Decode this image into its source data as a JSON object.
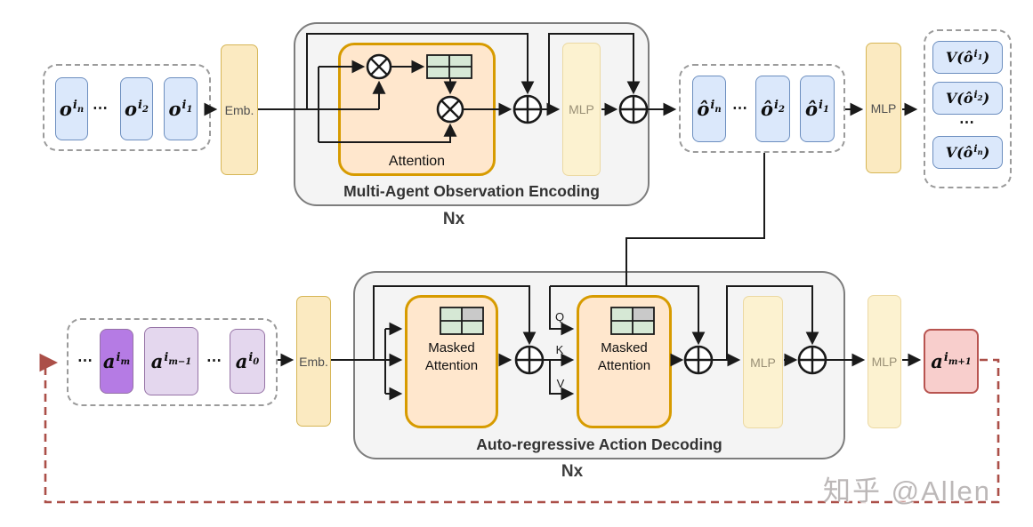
{
  "colors": {
    "line": "#1a1a1a",
    "blue-fill": "#dbe8fb",
    "blue-border": "#6c8ebf",
    "yellow-fill": "#fbeac1",
    "yellow-border": "#d6b656",
    "pale-fill": "#fcf2d0",
    "pale-border": "#ecd9a3",
    "orange-fill": "#ffe7cd",
    "orange-border": "#d79b00",
    "gray-fill": "#f4f4f4",
    "gray-border": "#7d7d7d",
    "green-cell": "#d6e8d5",
    "gray-cell": "#c9c9c9",
    "purple-bright": "#b57be4",
    "purple-light": "#e4d7ee",
    "purple-border": "#9673a6",
    "pink-fill": "#f8cecc",
    "pink-border": "#b85450",
    "red-dash": "#ab4f48",
    "dash-gray": "#9b9b9b",
    "title": "#333333"
  },
  "dots": "⋯",
  "tokens": {
    "o_n": {
      "base": "o",
      "sup": "i",
      "sub": "n"
    },
    "o_2": {
      "base": "o",
      "sup": "i",
      "sub": "2"
    },
    "o_1": {
      "base": "o",
      "sup": "i",
      "sub": "1"
    },
    "oh_n": {
      "base": "ô",
      "sup": "i",
      "sub": "n"
    },
    "oh_2": {
      "base": "ô",
      "sup": "i",
      "sub": "2"
    },
    "oh_1": {
      "base": "ô",
      "sup": "i",
      "sub": "1"
    },
    "v_1": {
      "pre": "V(",
      "base": "ô",
      "sup": "i",
      "sub": "1",
      "post": ")"
    },
    "v_2": {
      "pre": "V(",
      "base": "ô",
      "sup": "i",
      "sub": "2",
      "post": ")"
    },
    "v_n": {
      "pre": "V(",
      "base": "ô",
      "sup": "i",
      "sub": "n",
      "post": ")"
    },
    "a_m": {
      "base": "a",
      "sup": "i",
      "sub": "m"
    },
    "a_m1": {
      "base": "a",
      "sup": "i",
      "sub": "m−1"
    },
    "a_0": {
      "base": "a",
      "sup": "i",
      "sub": "0"
    },
    "a_next": {
      "base": "a",
      "sup": "i",
      "sub": "m+1"
    }
  },
  "encoder": {
    "emb": "Emb.",
    "attention": "Attention",
    "mlp": "MLP",
    "title": "Multi-Agent Observation Encoding",
    "repeat": "Nx",
    "value_mlp": "MLP"
  },
  "decoder": {
    "emb": "Emb.",
    "masked_attention_1": "Masked Attention",
    "masked_attention_2": "Masked Attention",
    "q": "Q",
    "k": "K",
    "v": "V",
    "mlp": "MLP",
    "out_mlp": "MLP",
    "title": "Auto-regressive Action Decoding",
    "repeat": "Nx"
  },
  "watermark": "知乎 @Allen"
}
